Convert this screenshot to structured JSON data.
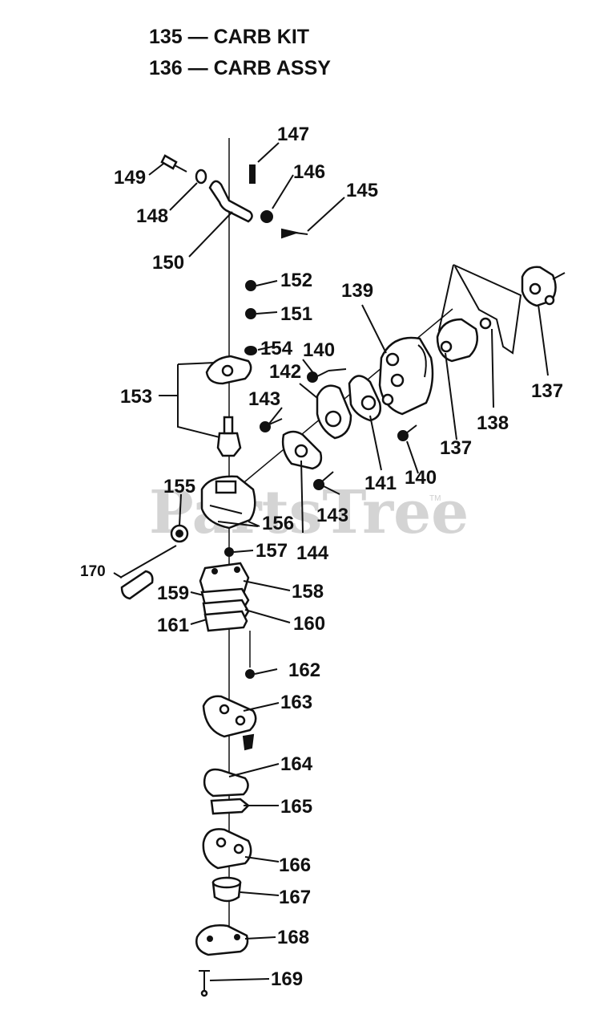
{
  "header": {
    "line1": "135 — CARB KIT",
    "line2": "136 — CARB ASSY"
  },
  "watermark": {
    "text": "PartsTree",
    "mark": "TM"
  },
  "parts": {
    "p137a": "137",
    "p137b": "137",
    "p138": "138",
    "p139": "139",
    "p140a": "140",
    "p140b": "140",
    "p141": "141",
    "p142": "142",
    "p143a": "143",
    "p143b": "143",
    "p144": "144",
    "p145": "145",
    "p146": "146",
    "p147": "147",
    "p148": "148",
    "p149": "149",
    "p150": "150",
    "p151": "151",
    "p152": "152",
    "p153": "153",
    "p154": "154",
    "p155": "155",
    "p156": "156",
    "p157": "157",
    "p158": "158",
    "p159": "159",
    "p160": "160",
    "p161": "161",
    "p162": "162",
    "p163": "163",
    "p164": "164",
    "p165": "165",
    "p166": "166",
    "p167": "167",
    "p168": "168",
    "p169": "169",
    "p170": "170"
  }
}
